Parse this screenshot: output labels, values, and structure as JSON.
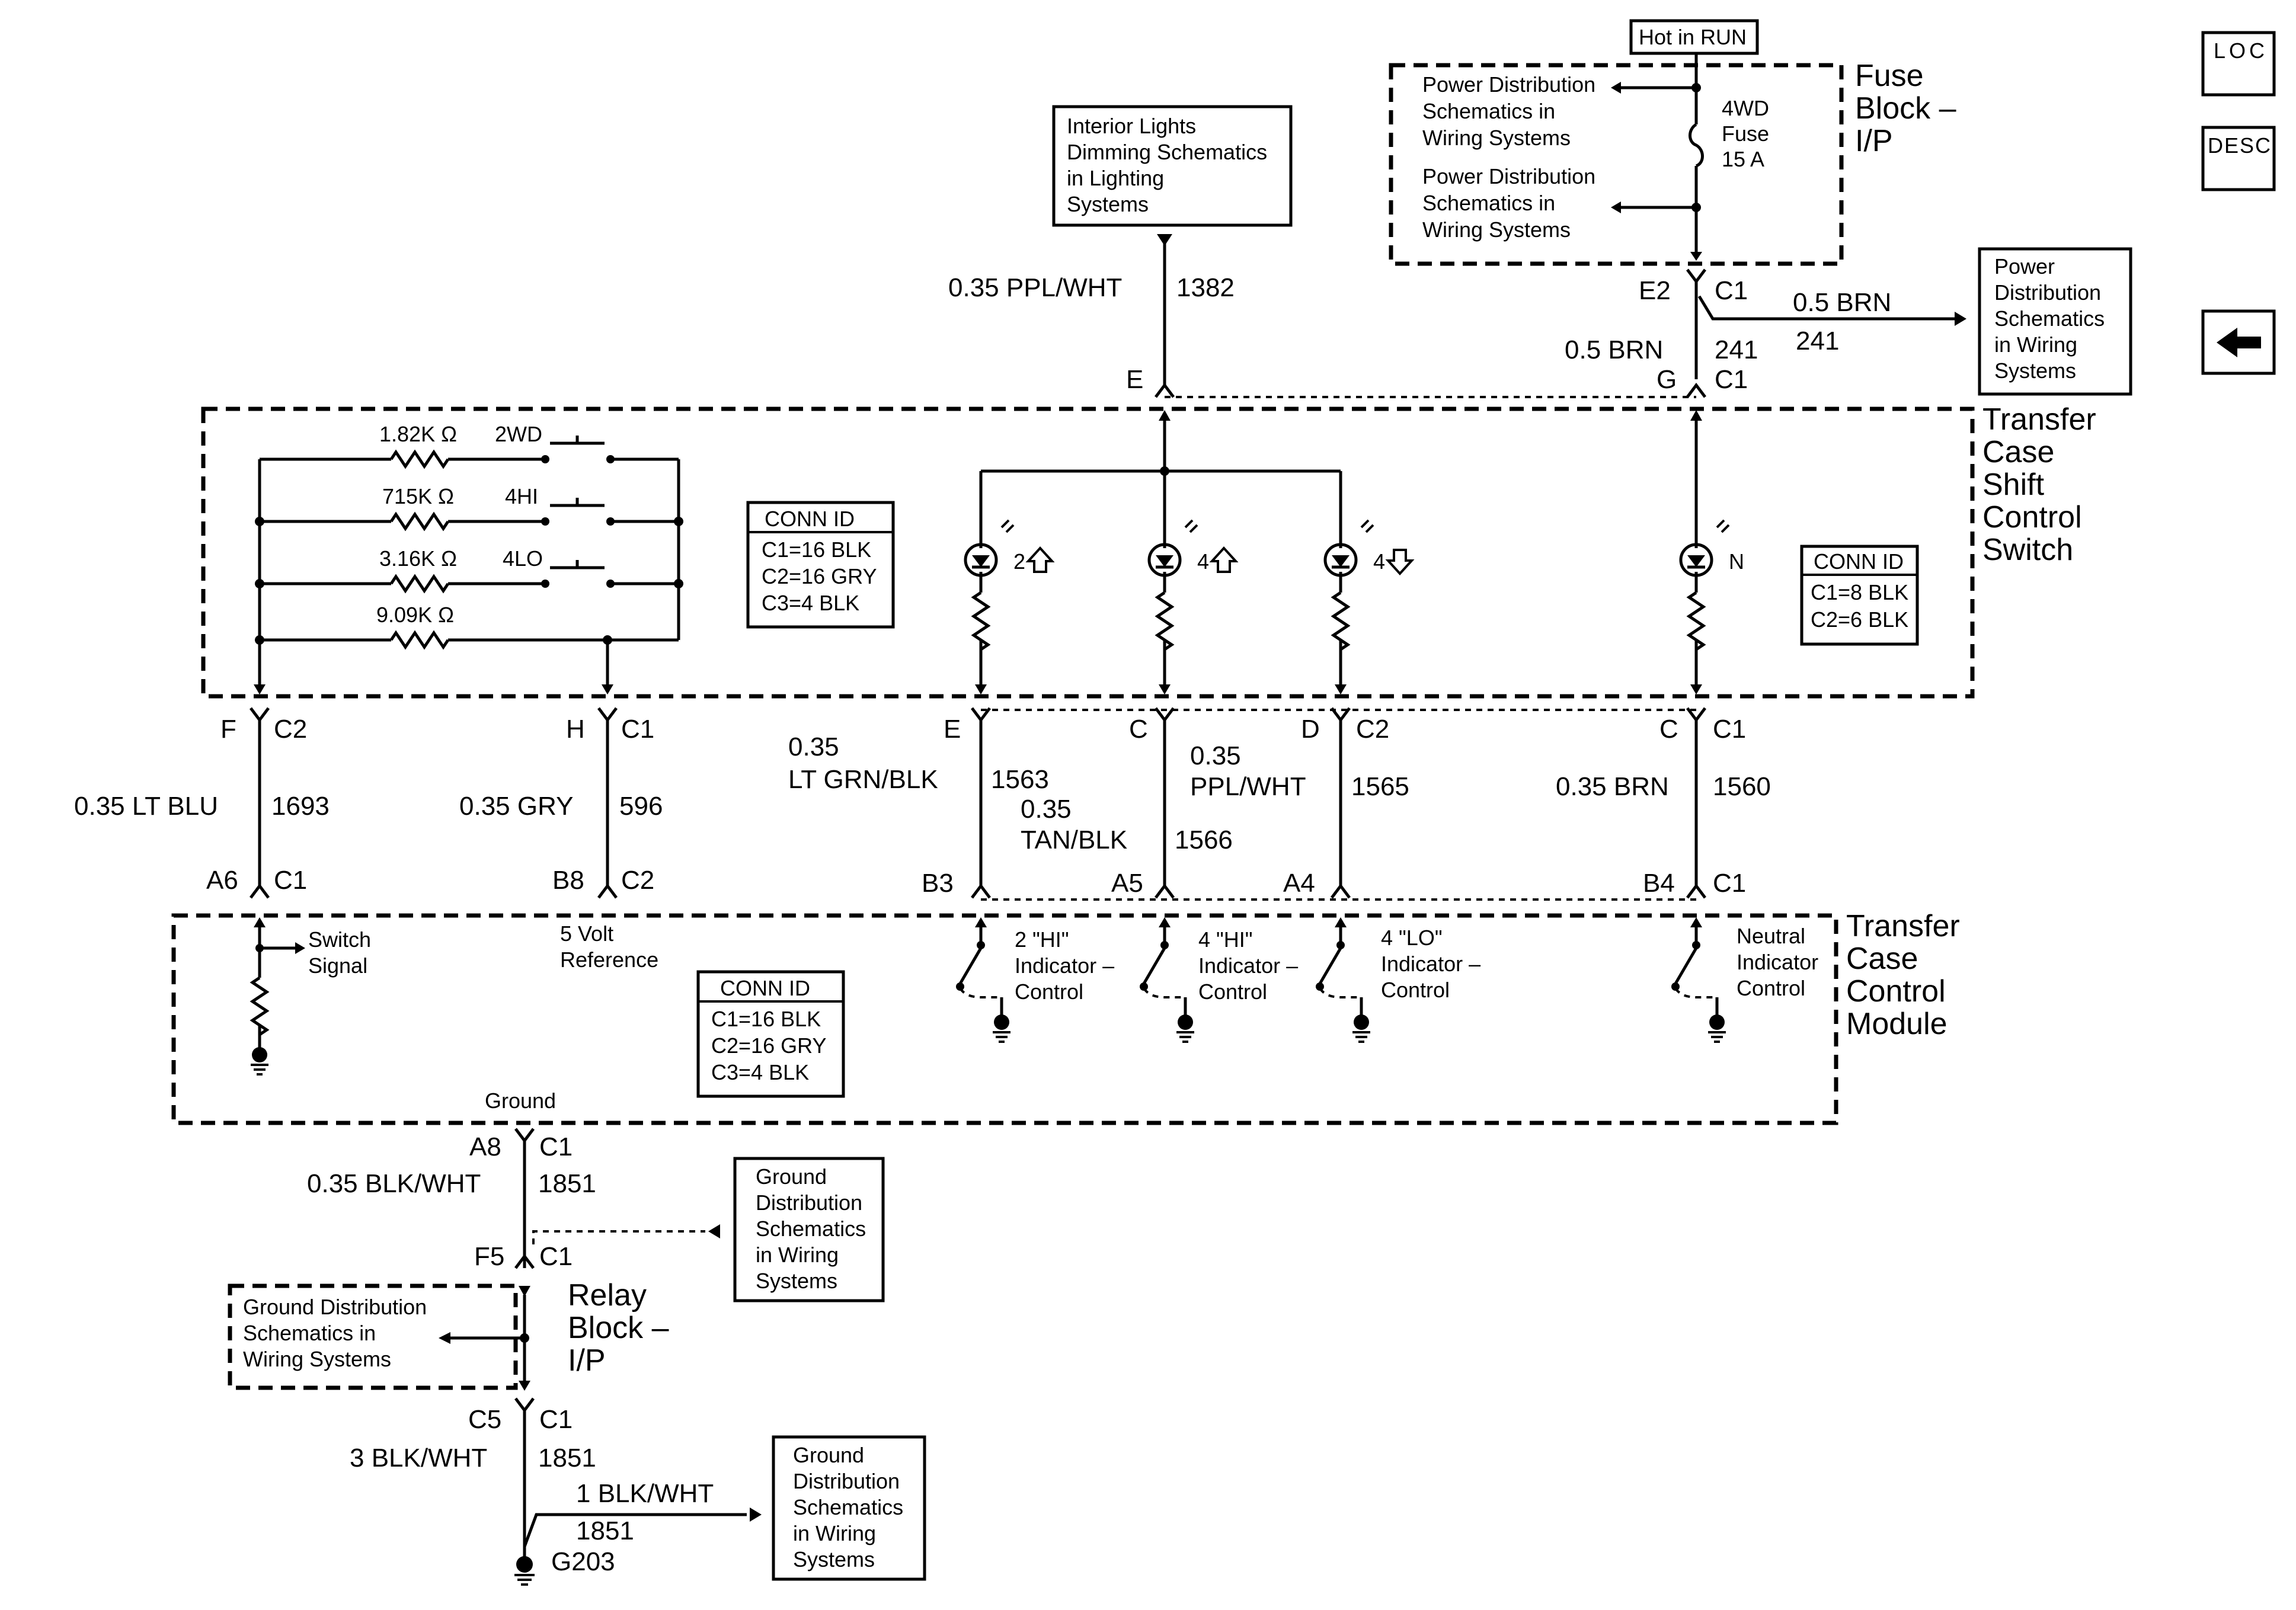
{
  "nav": {
    "loc": "LOC",
    "desc": "DESC"
  },
  "fuse_block": {
    "hot": "Hot in RUN",
    "pd1": [
      "Power Distribution",
      "Schematics in",
      "Wiring Systems"
    ],
    "pd2": [
      "Power Distribution",
      "Schematics in",
      "Wiring Systems"
    ],
    "fuse": [
      "4WD",
      "Fuse",
      "15 A"
    ],
    "title": [
      "Fuse",
      "Block –",
      "I/P"
    ],
    "e2": "E2",
    "c1a": "C1",
    "g": "G",
    "c1b": "C1",
    "wire_left": "0.5 BRN",
    "circ_left": "241",
    "wire_right": "0.5 BRN",
    "circ_right": "241",
    "pd_right": [
      "Power",
      "Distribution",
      "Schematics",
      "in Wiring",
      "Systems"
    ]
  },
  "dimming": {
    "box": [
      "Interior Lights",
      "Dimming Schematics",
      "in Lighting",
      "Systems"
    ],
    "wire": "0.35 PPL/WHT",
    "circ": "1382",
    "pin": "E"
  },
  "switch": {
    "title": [
      "Transfer",
      "Case",
      "Shift",
      "Control",
      "Switch"
    ],
    "resistors": [
      "1.82K Ω",
      "715K Ω",
      "3.16K Ω",
      "9.09K Ω"
    ],
    "positions": [
      "2WD",
      "4HI",
      "4LO"
    ],
    "leds": [
      "2",
      "4",
      "4",
      "N"
    ],
    "conn1": {
      "title": "CONN ID",
      "lines": [
        "C1=16 BLK",
        "C2=16 GRY",
        "C3=4 BLK"
      ]
    },
    "conn2": {
      "title": "CONN ID",
      "lines": [
        "C1=8 BLK",
        "C2=6 BLK"
      ]
    }
  },
  "wires": [
    {
      "top_pin": "F",
      "top_conn": "C2",
      "wire": "0.35 LT BLU",
      "circ": "1693",
      "bot_pin": "A6",
      "bot_conn": "C1"
    },
    {
      "top_pin": "H",
      "top_conn": "C1",
      "wire": "0.35 GRY",
      "circ": "596",
      "bot_pin": "B8",
      "bot_conn": "C2"
    },
    {
      "top_pin": "E",
      "wire1": "0.35",
      "wire2": "LT GRN/BLK",
      "circ": "1563",
      "bot_pin": "B3"
    },
    {
      "top_pin": "C",
      "wire1": "0.35",
      "wire2": "TAN/BLK",
      "circ": "1566",
      "bot_pin": "A5"
    },
    {
      "top_pin": "D",
      "top_conn": "C2",
      "wire1": "0.35",
      "wire2": "PPL/WHT",
      "circ": "1565",
      "bot_pin": "A4"
    },
    {
      "top_pin": "C",
      "top_conn": "C1",
      "wire": "0.35 BRN",
      "circ": "1560",
      "bot_pin": "B4",
      "bot_conn": "C1"
    }
  ],
  "module": {
    "title": [
      "Transfer",
      "Case",
      "Control",
      "Module"
    ],
    "switch_signal": [
      "Switch",
      "Signal"
    ],
    "five_volt": [
      "5 Volt",
      "Reference"
    ],
    "ind1": [
      "2 \"HI\"",
      "Indicator –",
      "Control"
    ],
    "ind2": [
      "4 \"HI\"",
      "Indicator –",
      "Control"
    ],
    "ind3": [
      "4 \"LO\"",
      "Indicator –",
      "Control"
    ],
    "ind4": [
      "Neutral",
      "Indicator",
      "Control"
    ],
    "conn": {
      "title": "CONN ID",
      "lines": [
        "C1=16 BLK",
        "C2=16 GRY",
        "C3=4 BLK"
      ]
    },
    "ground": "Ground"
  },
  "ground": {
    "a8": "A8",
    "c1a": "C1",
    "wire1": "0.35 BLK/WHT",
    "circ1": "1851",
    "gd1": [
      "Ground",
      "Distribution",
      "Schematics",
      "in Wiring",
      "Systems"
    ],
    "f5": "F5",
    "c1b": "C1",
    "gd_left": [
      "Ground Distribution",
      "Schematics in",
      "Wiring Systems"
    ],
    "relay": [
      "Relay",
      "Block –",
      "I/P"
    ],
    "c5": "C5",
    "c1c": "C1",
    "wire2": "3 BLK/WHT",
    "circ2": "1851",
    "wire3": "1 BLK/WHT",
    "circ3": "1851",
    "gd2": [
      "Ground",
      "Distribution",
      "Schematics",
      "in Wiring",
      "Systems"
    ],
    "g203": "G203"
  }
}
